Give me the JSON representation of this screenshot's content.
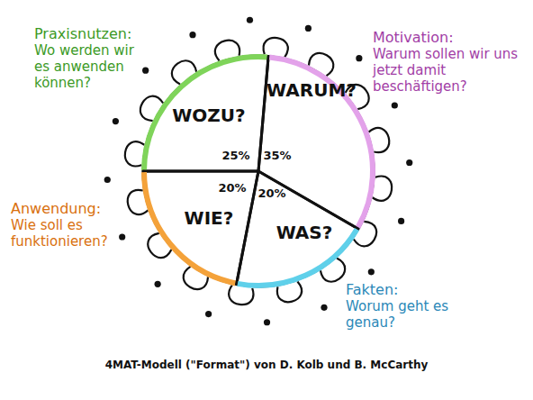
{
  "diagram": {
    "caption": "4MAT-Modell (\"Format\") von D. Kolb und B. McCarthy",
    "nodes": [
      {
        "text": [
          "WOZU?",
          "25%"
        ]
      },
      {
        "text": [
          "WARUM?",
          "35%"
        ]
      },
      {
        "text": [
          "WIE?",
          "20%"
        ]
      },
      {
        "text": [
          "WAS?",
          "20%"
        ]
      }
    ],
    "labels": [
      "Praxisnutzen:",
      "Wo werden wir es anwenden können?",
      "Motivation:",
      "Warum sollen wir uns jetzt damit beschäftigen?",
      "Anwendung:",
      "Wie soll es funktionieren?",
      "Fakten:",
      "Worum geht es genau?"
    ]
  }
}
